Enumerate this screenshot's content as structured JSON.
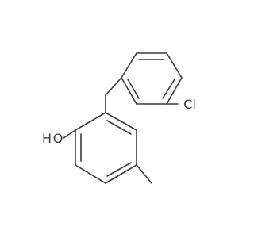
{
  "molecule": {
    "atoms": {
      "hydroxyl_h": "H",
      "hydroxyl_o": "O",
      "chlorine": "Cl"
    },
    "colors": {
      "bond": "#3a3a3a",
      "label": "#3a3a3a",
      "background": "#ffffff"
    }
  }
}
